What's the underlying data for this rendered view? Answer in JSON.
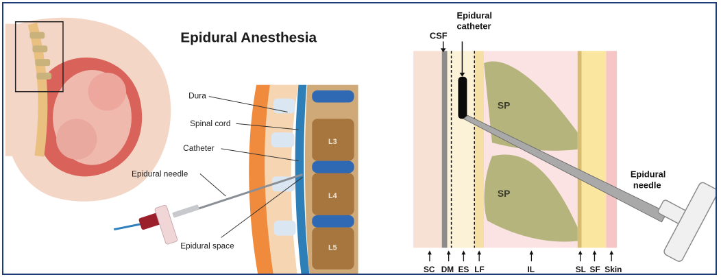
{
  "left_panel": {
    "title": "Epidural Anesthesia",
    "callouts": {
      "dura": "Dura",
      "spinal_cord": "Spinal cord",
      "catheter": "Catheter",
      "epidural_needle": "Epidural needle",
      "epidural_space": "Epidural space"
    },
    "vertebrae": {
      "l3": "L3",
      "l4": "L4",
      "l5": "L5"
    }
  },
  "right_panel": {
    "top_labels": {
      "csf": "CSF",
      "epidural_catheter_line1": "Epidural",
      "epidural_catheter_line2": "catheter"
    },
    "process_labels": {
      "sp_upper": "SP",
      "sp_lower": "SP"
    },
    "needle_label": {
      "line1": "Epidural",
      "line2": "needle"
    },
    "layer_labels": {
      "sc": "SC",
      "dm": "DM",
      "es": "ES",
      "lf": "LF",
      "il": "IL",
      "sl": "SL",
      "sf": "SF",
      "skin": "Skin"
    }
  }
}
